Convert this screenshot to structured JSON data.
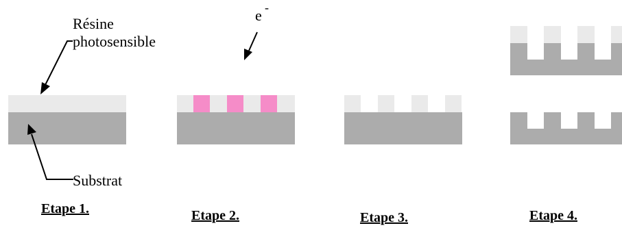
{
  "labels": {
    "resist_line1": "Résine",
    "resist_line2": "photosensible",
    "substrate": "Substrat",
    "electron": "e",
    "electron_sup": "-"
  },
  "steps": [
    "Etape 1.",
    "Etape 2.",
    "Etape 3.",
    "Etape 4."
  ],
  "colors": {
    "resist": "#eaeaea",
    "substrate": "#acacac",
    "exposed": "#f58cc8",
    "text": "#000000"
  }
}
